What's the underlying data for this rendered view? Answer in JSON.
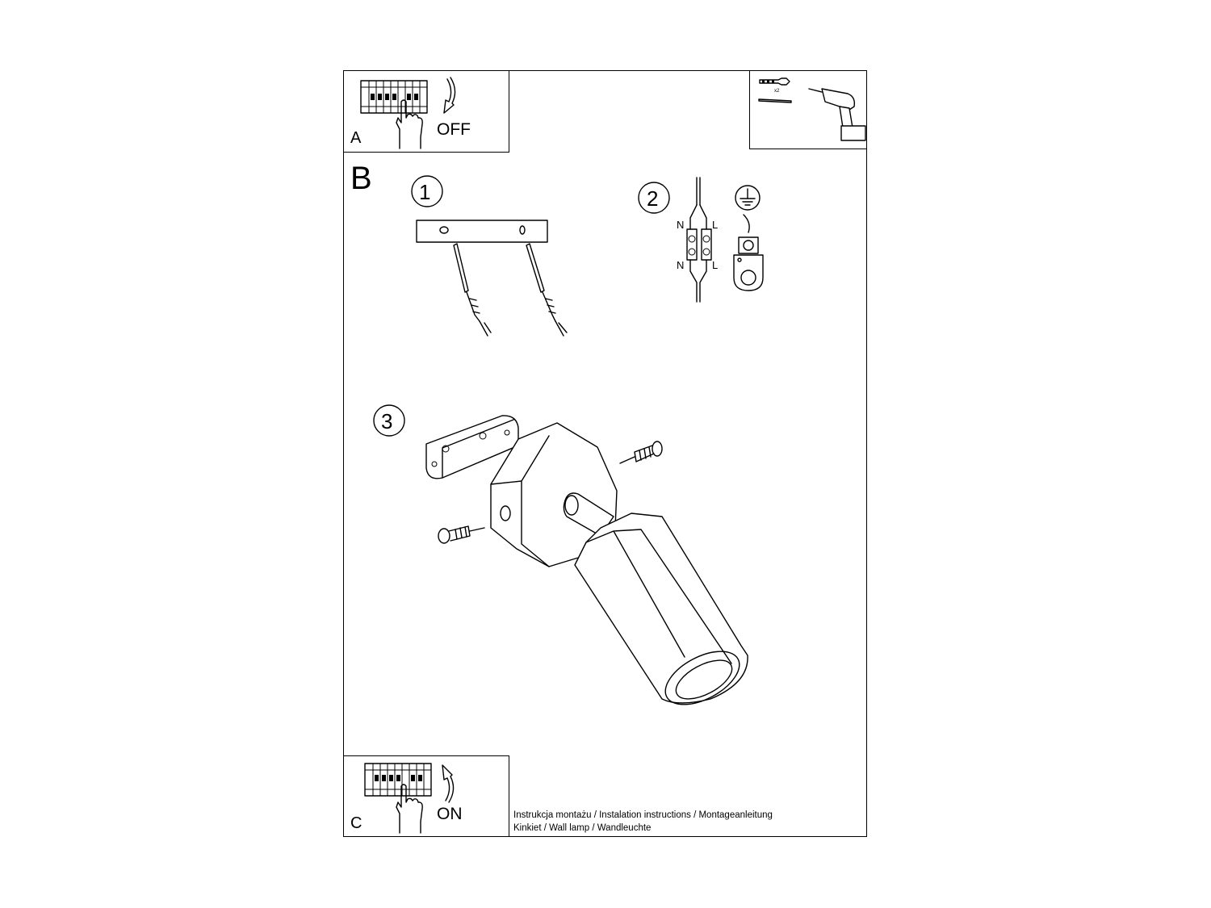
{
  "panel_a": {
    "letter": "A",
    "switch_text": "OFF"
  },
  "tools": {
    "anchor_count": "x2"
  },
  "panel_b": {
    "letter": "B",
    "step1": "1",
    "step2": "2",
    "step3": "3",
    "wiring": {
      "n_top": "N",
      "l_top": "L",
      "n_bottom": "N",
      "l_bottom": "L"
    }
  },
  "panel_c": {
    "letter": "C",
    "switch_text": "ON"
  },
  "caption": {
    "line1": "Instrukcja montażu / Instalation instructions / Montageanleitung",
    "line2": "Kinkiet  / Wall lamp / Wandleuchte"
  }
}
